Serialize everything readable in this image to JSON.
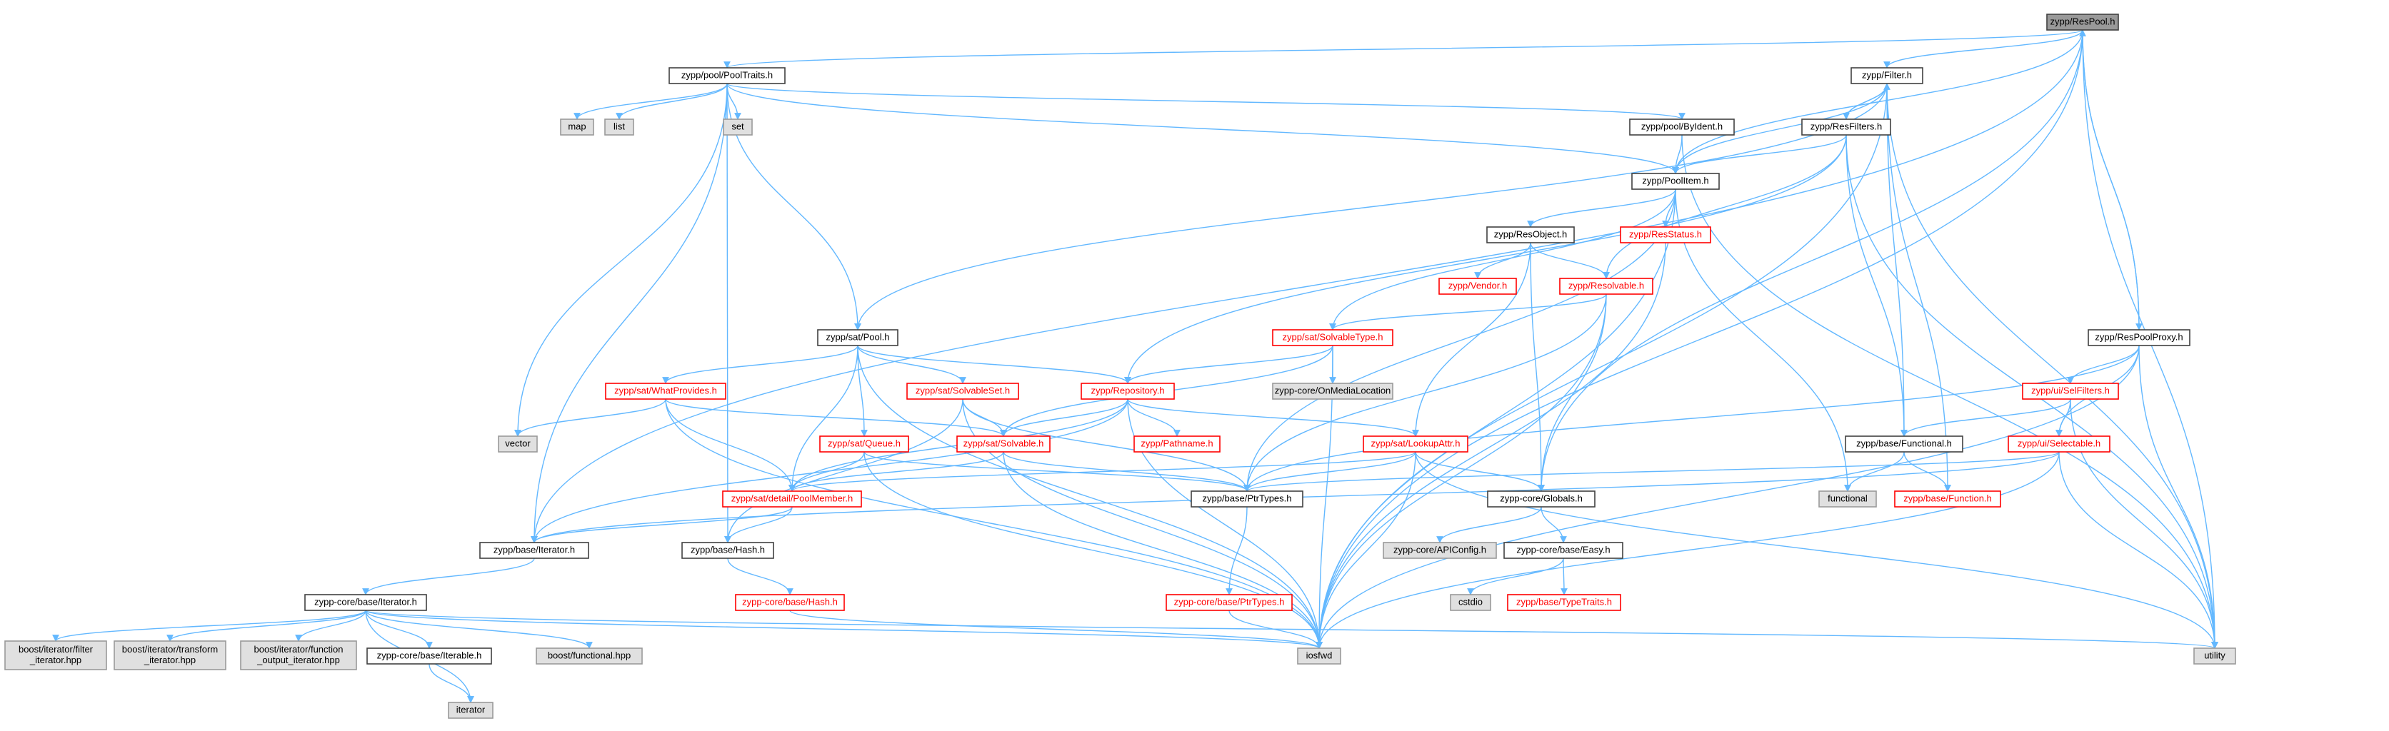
{
  "colors": {
    "edge": "#63b8ff",
    "border_default": "#404040",
    "border_red": "#ff0000",
    "label_default": "#000000",
    "label_red": "#ff0000",
    "fill_default": "#ffffff",
    "fill_system": "#e0e0e0",
    "fill_root": "#999999",
    "border_system": "#999999"
  },
  "nodes": [
    {
      "id": "n_respool",
      "label": "zypp/ResPool.h",
      "style": "root"
    },
    {
      "id": "n_pooltraits",
      "label": "zypp/pool/PoolTraits.h",
      "style": "default"
    },
    {
      "id": "n_filter",
      "label": "zypp/Filter.h",
      "style": "default"
    },
    {
      "id": "n_resfilters",
      "label": "zypp/ResFilters.h",
      "style": "default"
    },
    {
      "id": "n_poolbyident",
      "label": "zypp/pool/ByIdent.h",
      "style": "default"
    },
    {
      "id": "n_poolitem",
      "label": "zypp/PoolItem.h",
      "style": "default"
    },
    {
      "id": "n_map",
      "label": "map",
      "style": "system"
    },
    {
      "id": "n_list",
      "label": "list",
      "style": "system"
    },
    {
      "id": "n_set",
      "label": "set",
      "style": "system"
    },
    {
      "id": "n_resobject",
      "label": "zypp/ResObject.h",
      "style": "default"
    },
    {
      "id": "n_resstatus",
      "label": "zypp/ResStatus.h",
      "style": "red"
    },
    {
      "id": "n_vendor",
      "label": "zypp/Vendor.h",
      "style": "red"
    },
    {
      "id": "n_resolvable",
      "label": "zypp/Resolvable.h",
      "style": "red"
    },
    {
      "id": "n_solvabletype",
      "label": "zypp/sat/SolvableType.h",
      "style": "red"
    },
    {
      "id": "n_onmedia",
      "label": "zypp-core/OnMediaLocation",
      "style": "system"
    },
    {
      "id": "n_satpool",
      "label": "zypp/sat/Pool.h",
      "style": "default"
    },
    {
      "id": "n_respoolproxy",
      "label": "zypp/ResPoolProxy.h",
      "style": "default"
    },
    {
      "id": "n_whatprovides",
      "label": "zypp/sat/WhatProvides.h",
      "style": "red"
    },
    {
      "id": "n_solvableset",
      "label": "zypp/sat/SolvableSet.h",
      "style": "red"
    },
    {
      "id": "n_repository",
      "label": "zypp/Repository.h",
      "style": "red"
    },
    {
      "id": "n_selfilters",
      "label": "zypp/ui/SelFilters.h",
      "style": "red"
    },
    {
      "id": "n_vector",
      "label": "vector",
      "style": "system"
    },
    {
      "id": "n_queue",
      "label": "zypp/sat/Queue.h",
      "style": "red"
    },
    {
      "id": "n_solvable",
      "label": "zypp/sat/Solvable.h",
      "style": "red"
    },
    {
      "id": "n_pathname",
      "label": "zypp/Pathname.h",
      "style": "red"
    },
    {
      "id": "n_lookupattr",
      "label": "zypp/sat/LookupAttr.h",
      "style": "red"
    },
    {
      "id": "n_functional",
      "label": "zypp/base/Functional.h",
      "style": "default"
    },
    {
      "id": "n_selectable",
      "label": "zypp/ui/Selectable.h",
      "style": "red"
    },
    {
      "id": "n_poolmember",
      "label": "zypp/sat/detail/PoolMember.h",
      "style": "red"
    },
    {
      "id": "n_ptrtypes",
      "label": "zypp/base/PtrTypes.h",
      "style": "default"
    },
    {
      "id": "n_globals",
      "label": "zypp-core/Globals.h",
      "style": "default"
    },
    {
      "id": "n_functional_std",
      "label": "functional",
      "style": "system"
    },
    {
      "id": "n_function",
      "label": "zypp/base/Function.h",
      "style": "red"
    },
    {
      "id": "n_iterator",
      "label": "zypp/base/Iterator.h",
      "style": "default"
    },
    {
      "id": "n_hash",
      "label": "zypp/base/Hash.h",
      "style": "default"
    },
    {
      "id": "n_apiconfig",
      "label": "zypp-core/APIConfig.h",
      "style": "system"
    },
    {
      "id": "n_easy",
      "label": "zypp-core/base/Easy.h",
      "style": "default"
    },
    {
      "id": "n_coreiterator",
      "label": "zypp-core/base/Iterator.h",
      "style": "default"
    },
    {
      "id": "n_corehash",
      "label": "zypp-core/base/Hash.h",
      "style": "red"
    },
    {
      "id": "n_coreptrtypes",
      "label": "zypp-core/base/PtrTypes.h",
      "style": "red"
    },
    {
      "id": "n_cstdio",
      "label": "cstdio",
      "style": "system"
    },
    {
      "id": "n_typetraits",
      "label": "zypp/base/TypeTraits.h",
      "style": "red"
    },
    {
      "id": "n_filteriter",
      "label": "boost/iterator/filter\n_iterator.hpp",
      "style": "system"
    },
    {
      "id": "n_transformiter",
      "label": "boost/iterator/transform\n_iterator.hpp",
      "style": "system"
    },
    {
      "id": "n_funcoutiter",
      "label": "boost/iterator/function\n_output_iterator.hpp",
      "style": "system"
    },
    {
      "id": "n_iterable",
      "label": "zypp-core/base/Iterable.h",
      "style": "default"
    },
    {
      "id": "n_boostfunctional",
      "label": "boost/functional.hpp",
      "style": "system"
    },
    {
      "id": "n_iosfwd",
      "label": "iosfwd",
      "style": "system"
    },
    {
      "id": "n_utility",
      "label": "utility",
      "style": "system"
    },
    {
      "id": "n_iterator_std",
      "label": "iterator",
      "style": "system"
    }
  ]
}
